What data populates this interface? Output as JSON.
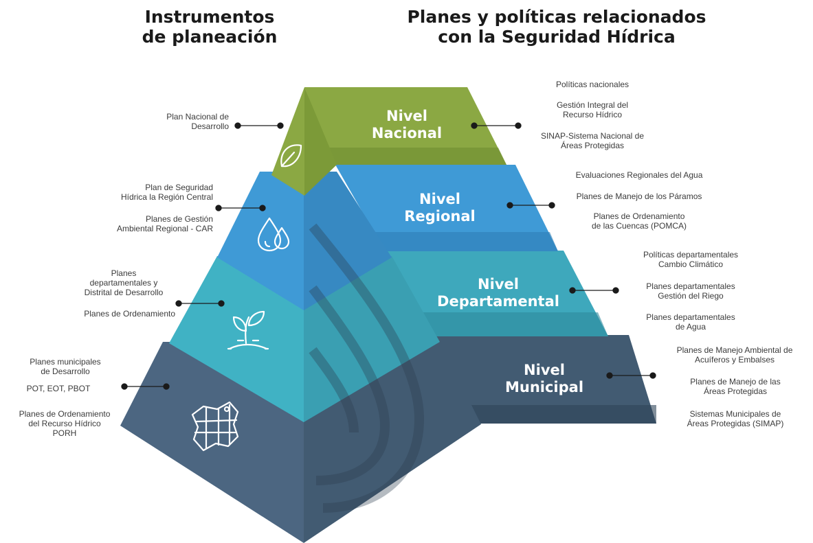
{
  "headings": {
    "left": [
      "Instrumentos",
      "de planeación"
    ],
    "right": [
      "Planes y políticas relacionados",
      "con la Seguridad Hídrica"
    ]
  },
  "levels": [
    {
      "id": "nacional",
      "name": [
        "Nivel",
        "Nacional"
      ],
      "color": "#8BA843",
      "icon": "leaf-icon",
      "left_items": [
        [
          "Plan Nacional de",
          "Desarrollo"
        ]
      ],
      "right_items": [
        [
          "Políticas nacionales"
        ],
        [
          "Gestión Integral del",
          "Recurso Hídrico"
        ],
        [
          "SINAP-Sistema Nacional de",
          "Áreas Protegidas"
        ]
      ]
    },
    {
      "id": "regional",
      "name": [
        "Nivel",
        "Regional"
      ],
      "color": "#3F9AD6",
      "icon": "water-drops-icon",
      "left_items": [
        [
          "Plan de Seguridad",
          "Hídrica la Región Central"
        ],
        [
          "Planes de Gestión",
          "Ambiental Regional - CAR"
        ]
      ],
      "right_items": [
        [
          "Evaluaciones Regionales del Agua"
        ],
        [
          "Planes de Manejo de los Páramos"
        ],
        [
          "Planes de Ordenamiento",
          "de las Cuencas (POMCA)"
        ]
      ]
    },
    {
      "id": "departamental",
      "name": [
        "Nivel",
        "Departamental"
      ],
      "color": "#3EA8BC",
      "icon": "sprout-icon",
      "left_items": [
        [
          "Planes",
          "departamentales y",
          "Distrital de Desarrollo"
        ],
        [
          "Planes de Ordenamiento"
        ]
      ],
      "right_items": [
        [
          "Políticas departamentales",
          "Cambio Climático"
        ],
        [
          "Planes departamentales",
          "Gestión del Riego"
        ],
        [
          "Planes departamentales",
          "de Agua"
        ]
      ]
    },
    {
      "id": "municipal",
      "name": [
        "Nivel",
        "Municipal"
      ],
      "color": "#425B72",
      "icon": "municipal-map-icon",
      "left_items": [
        [
          "Planes municipales",
          "de Desarrollo"
        ],
        [
          "POT, EOT, PBOT"
        ],
        [
          "Planes de Ordenamiento",
          "del Recurso Hídrico",
          "PORH"
        ]
      ],
      "right_items": [
        [
          "Planes de Manejo Ambiental de",
          "Acuíferos y Embalses"
        ],
        [
          "Planes de Manejo de las",
          "Áreas Protegidas"
        ],
        [
          "Sistemas Municipales de",
          "Áreas Protegidas (SIMAP)"
        ]
      ]
    }
  ]
}
